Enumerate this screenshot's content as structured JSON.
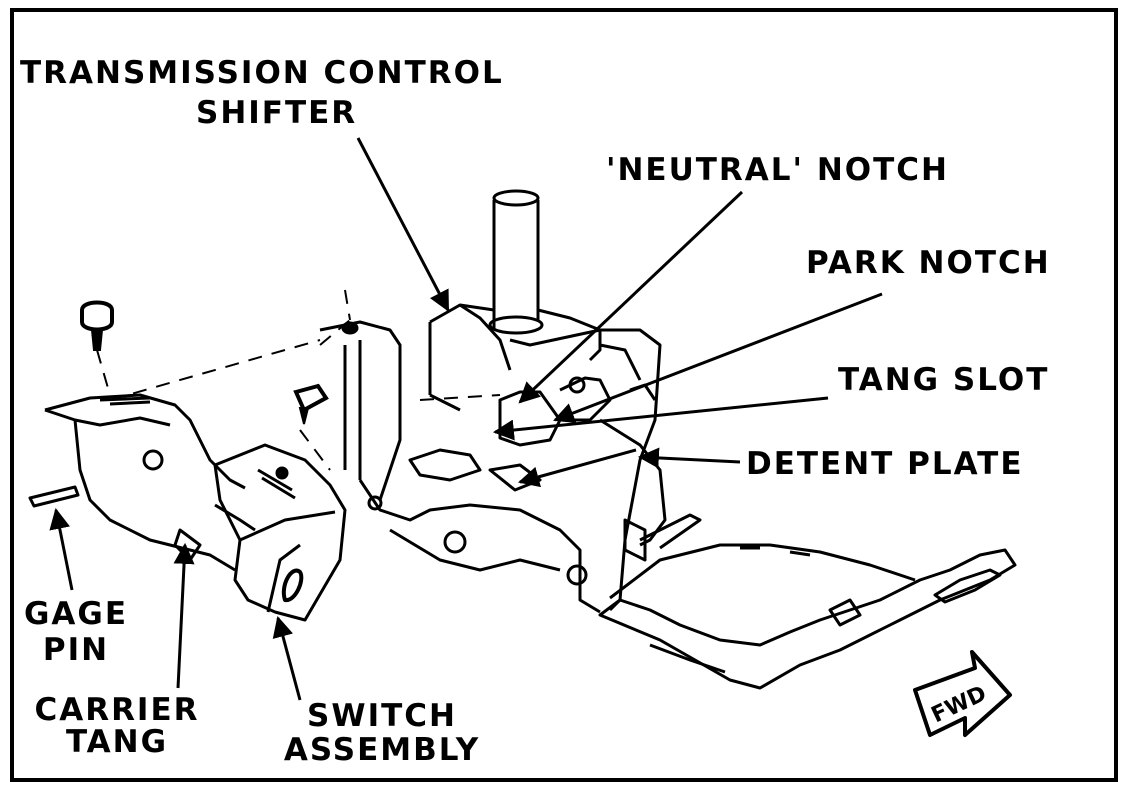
{
  "diagram": {
    "labels": {
      "transmission_control_line1": "TRANSMISSION CONTROL",
      "transmission_control_line2": "SHIFTER",
      "neutral_notch": "'NEUTRAL' NOTCH",
      "park_notch": "PARK NOTCH",
      "tang_slot": "TANG SLOT",
      "detent_plate": "DETENT PLATE",
      "gage_pin_line1": "GAGE",
      "gage_pin_line2": "PIN",
      "carrier_tang_line1": "CARRIER",
      "carrier_tang_line2": "TANG",
      "switch_assembly_line1": "SWITCH",
      "switch_assembly_line2": "ASSEMBLY"
    },
    "direction_badge": "FWD",
    "colors": {
      "ink": "#000000",
      "paper": "#ffffff"
    }
  }
}
